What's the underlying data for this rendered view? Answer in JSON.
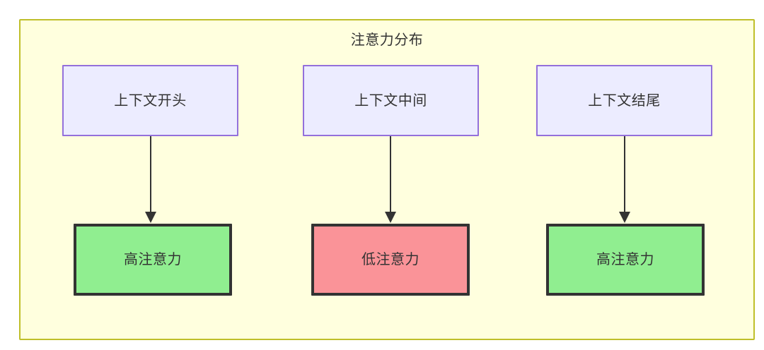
{
  "diagram": {
    "type": "flowchart",
    "title": "注意力分布",
    "background": "#ffffff",
    "cluster": {
      "name": "attention-distribution-cluster",
      "label": "注意力分布",
      "fill": "#ffffde",
      "stroke": "#bfbf2a"
    },
    "colors": {
      "context_fill": "#ececff",
      "context_stroke": "#9370db",
      "high_attention_fill": "#90ee90",
      "low_attention_fill": "#fa9398",
      "node_stroke": "#333333",
      "edge_stroke": "#333333",
      "text": "#333333"
    },
    "context_nodes": [
      {
        "id": "ctx-start",
        "label": "上下文开头"
      },
      {
        "id": "ctx-mid",
        "label": "上下文中间"
      },
      {
        "id": "ctx-end",
        "label": "上下文结尾"
      }
    ],
    "attention_nodes": [
      {
        "id": "att-start",
        "label": "高注意力",
        "level": "high"
      },
      {
        "id": "att-mid",
        "label": "低注意力",
        "level": "low"
      },
      {
        "id": "att-end",
        "label": "高注意力",
        "level": "high"
      }
    ],
    "edges": [
      {
        "from": "ctx-start",
        "to": "att-start"
      },
      {
        "from": "ctx-mid",
        "to": "att-mid"
      },
      {
        "from": "ctx-end",
        "to": "att-end"
      }
    ]
  }
}
